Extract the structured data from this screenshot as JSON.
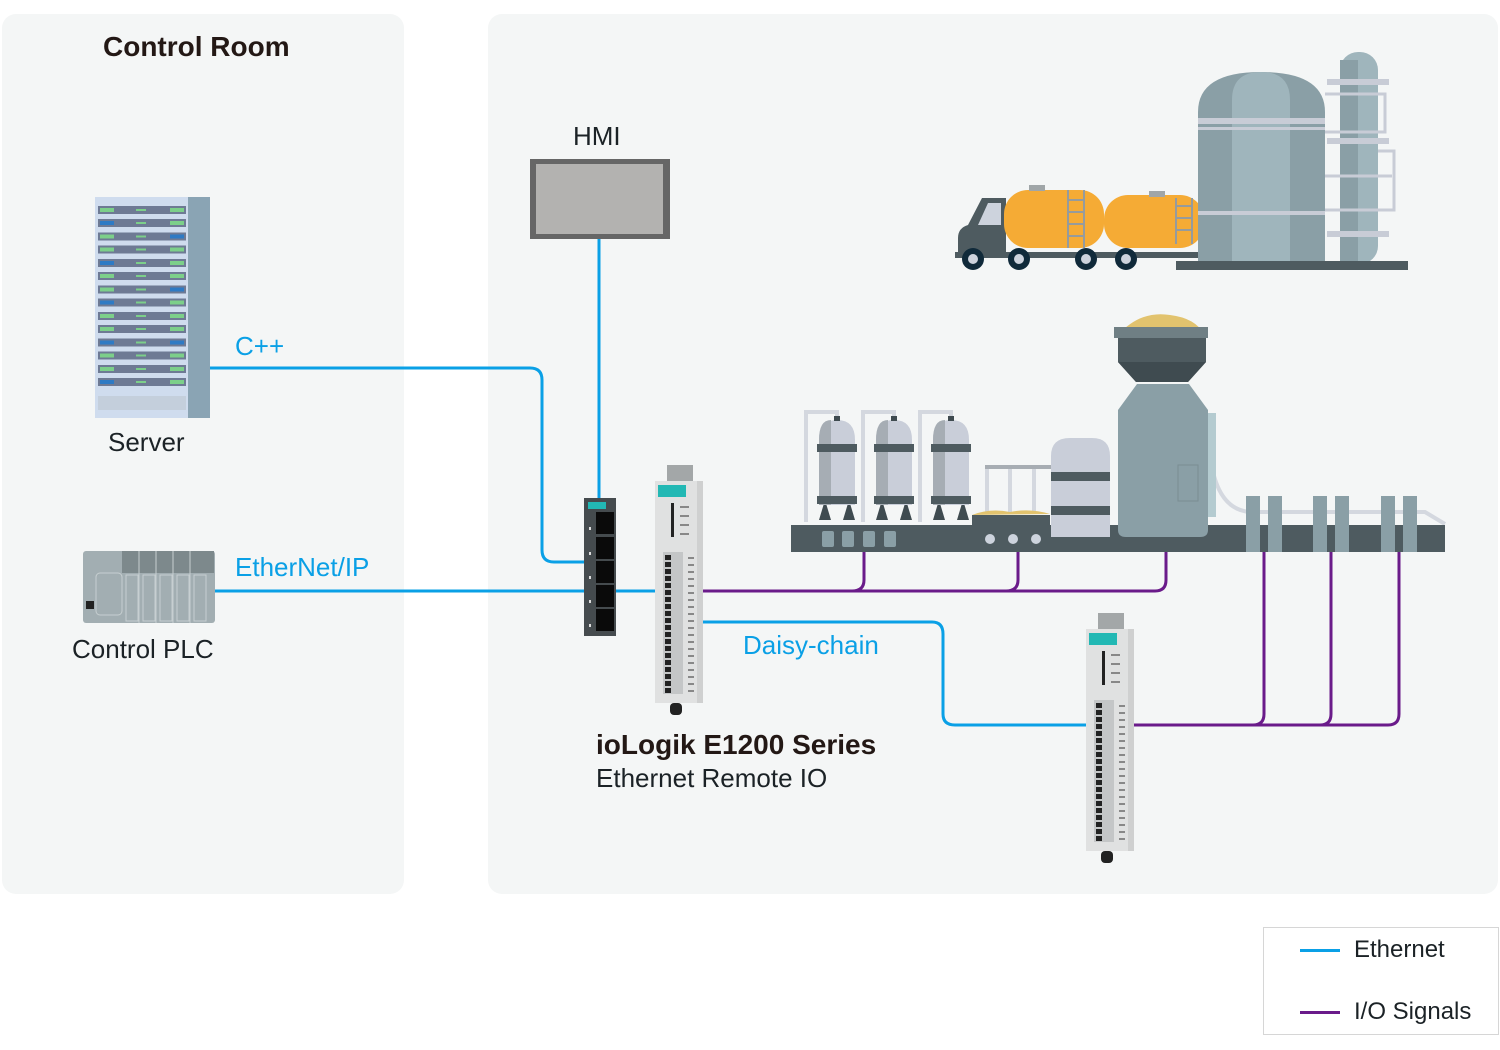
{
  "diagram": {
    "control_room": {
      "title": "Control Room"
    },
    "devices": {
      "server": "Server",
      "control_plc": "Control PLC",
      "hmi": "HMI"
    },
    "connections": {
      "cpp": "C++",
      "ethernet_ip": "EtherNet/IP",
      "daisy_chain": "Daisy-chain"
    },
    "product": {
      "name": "ioLogik E1200 Series",
      "subtitle": "Ethernet Remote IO"
    },
    "legend": {
      "items": [
        {
          "label": "Ethernet",
          "color": "#0aa0e6"
        },
        {
          "label": "I/O Signals",
          "color": "#6a1b8a"
        }
      ]
    },
    "colors": {
      "ethernet": "#0aa0e6",
      "io_signal": "#6a1b8a",
      "panel_bg": "#f4f6f6",
      "teal_accent": "#22b8b4",
      "tank_orange": "#f5ab35"
    }
  }
}
